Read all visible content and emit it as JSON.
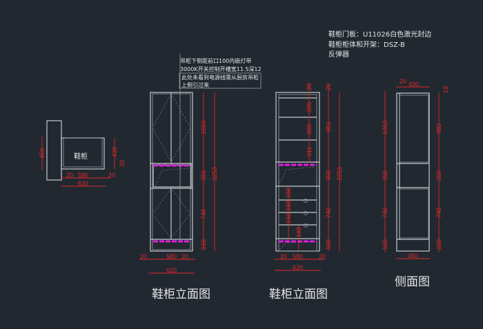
{
  "notes": {
    "top_right": [
      "鞋柜门板：U11026白色激光封边",
      "鞋柜柜体和开架：DSZ-B",
      "反弹器"
    ],
    "middle": [
      "吊柜下侧距前口100内嵌灯带",
      "3000K开关控制开槽宽11.5深12",
      "此处未看到电源线需从厨房吊柜",
      "上侧引过来"
    ]
  },
  "plan": {
    "label": "鞋柜",
    "dims": {
      "left": "450",
      "right": "430",
      "right_small": "20",
      "b1": "20",
      "b2": "580",
      "b3": "20",
      "total": "620"
    }
  },
  "front1": {
    "title": "鞋柜立面图",
    "dims": {
      "v1": "1003",
      "v2": "350",
      "v3": "740",
      "v4": "160",
      "total": "2253",
      "b1": "20",
      "b2": "580",
      "b3": "20",
      "width": "620"
    }
  },
  "front2": {
    "title": "鞋柜立面图",
    "dims": {
      "i1": "20",
      "i2": "300",
      "i3": "300",
      "i4": "311",
      "d1": "160",
      "d2": "160",
      "d3": "160",
      "d4": "160",
      "r1": "20",
      "r2": "983",
      "r3": "350",
      "r4": "740",
      "r5": "160",
      "total": "2253",
      "b1": "20",
      "b2": "580",
      "b3": "20",
      "width": "620"
    }
  },
  "side": {
    "title": "侧面图",
    "dims": {
      "t1": "20",
      "t2": "430",
      "l1": "1003",
      "l2": "350",
      "l3": "740",
      "l4": "160",
      "r0": "18",
      "r1": "983",
      "r2": "350",
      "r3": "740",
      "r4": "160",
      "width": "450"
    }
  }
}
